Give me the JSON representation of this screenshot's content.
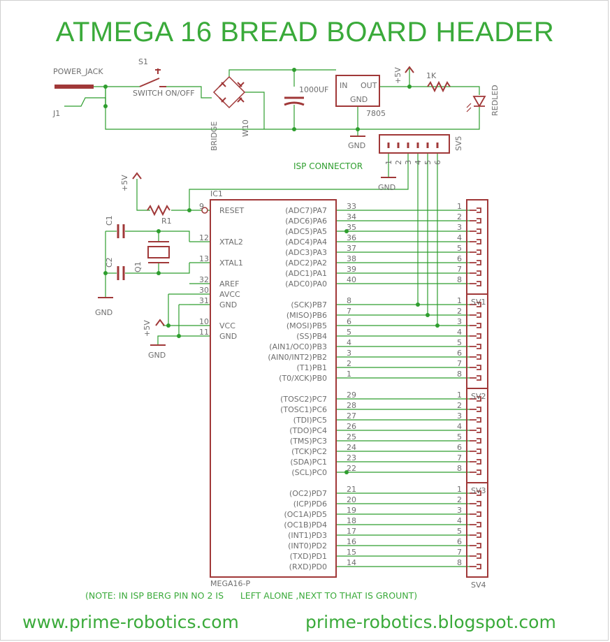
{
  "title": "ATMEGA 16 BREAD BOARD HEADER",
  "power": {
    "jack_label": "POWER_JACK",
    "j1": "J1",
    "s1": "S1",
    "switch_label": "SWITCH ON/OFF",
    "bridge": "BRIDGE",
    "w10": "W10",
    "cap_value": "1000UF",
    "reg_in": "IN",
    "reg_out": "OUT",
    "reg_gnd": "GND",
    "reg_name": "7805",
    "plus5v": "+5V",
    "res_value": "1K",
    "led": "REDLED",
    "gnd": "GND"
  },
  "isp": {
    "connector_name": "SV5",
    "label": "ISP CONNECTOR",
    "pins": [
      "1",
      "2",
      "3",
      "4",
      "5",
      "6"
    ],
    "gnd": "GND"
  },
  "left_circuit": {
    "plus5v_top": "+5V",
    "r1": "R1",
    "c1": "C1",
    "c2": "C2",
    "q1": "Q1",
    "gnd1": "GND",
    "plus5v_bottom": "+5V",
    "gnd2": "GND"
  },
  "ic": {
    "name": "IC1",
    "part": "MEGA16-P",
    "left_pins": [
      {
        "name": "RESET",
        "num": "9"
      },
      {
        "name": "XTAL2",
        "num": "12"
      },
      {
        "name": "XTAL1",
        "num": "13"
      },
      {
        "name": "AREF",
        "num": "32"
      },
      {
        "name": "AVCC",
        "num": "30"
      },
      {
        "name": "GND",
        "num": "31"
      },
      {
        "name": "VCC",
        "num": "10"
      },
      {
        "name": "GND",
        "num": "11"
      }
    ],
    "right_pins": [
      {
        "name": "(ADC7)PA7",
        "num": "33"
      },
      {
        "name": "(ADC6)PA6",
        "num": "34"
      },
      {
        "name": "(ADC5)PA5",
        "num": "35"
      },
      {
        "name": "(ADC4)PA4",
        "num": "36"
      },
      {
        "name": "(ADC3)PA3",
        "num": "37"
      },
      {
        "name": "(ADC2)PA2",
        "num": "38"
      },
      {
        "name": "(ADC1)PA1",
        "num": "39"
      },
      {
        "name": "(ADC0)PA0",
        "num": "40"
      },
      {
        "name": "(SCK)PB7",
        "num": "8"
      },
      {
        "name": "(MISO)PB6",
        "num": "7"
      },
      {
        "name": "(MOSI)PB5",
        "num": "6"
      },
      {
        "name": "(SS)PB4",
        "num": "5"
      },
      {
        "name": "(AIN1/OC0)PB3",
        "num": "4"
      },
      {
        "name": "(AIN0/INT2)PB2",
        "num": "3"
      },
      {
        "name": "(T1)PB1",
        "num": "2"
      },
      {
        "name": "(T0/XCK)PB0",
        "num": "1"
      },
      {
        "name": "(TOSC2)PC7",
        "num": "29"
      },
      {
        "name": "(TOSC1)PC6",
        "num": "28"
      },
      {
        "name": "(TDI)PC5",
        "num": "27"
      },
      {
        "name": "(TDO)PC4",
        "num": "26"
      },
      {
        "name": "(TMS)PC3",
        "num": "25"
      },
      {
        "name": "(TCK)PC2",
        "num": "24"
      },
      {
        "name": "(SDA)PC1",
        "num": "23"
      },
      {
        "name": "(SCL)PC0",
        "num": "22"
      },
      {
        "name": "(OC2)PD7",
        "num": "21"
      },
      {
        "name": "(ICP)PD6",
        "num": "20"
      },
      {
        "name": "(OC1A)PD5",
        "num": "19"
      },
      {
        "name": "(OC1B)PD4",
        "num": "18"
      },
      {
        "name": "(INT1)PD3",
        "num": "17"
      },
      {
        "name": "(INT0)PD2",
        "num": "16"
      },
      {
        "name": "(TXD)PD1",
        "num": "15"
      },
      {
        "name": "(RXD)PD0",
        "num": "14"
      }
    ]
  },
  "headers": {
    "names": [
      "SV1",
      "SV2",
      "SV3",
      "SV4"
    ],
    "pin_numbers": [
      "1",
      "2",
      "3",
      "4",
      "5",
      "6",
      "7",
      "8"
    ]
  },
  "note": "(NOTE: IN ISP BERG PIN NO 2 IS      LEFT ALONE ,NEXT TO THAT IS GROUNT)",
  "footer": {
    "url_left": "www.prime-robotics.com",
    "url_right": "prime-robotics.blogspot.com"
  },
  "colors": {
    "title": "#3aaa3a",
    "wire": "#2e9e2e",
    "component": "#a03838",
    "text": "#6e6e6e"
  }
}
